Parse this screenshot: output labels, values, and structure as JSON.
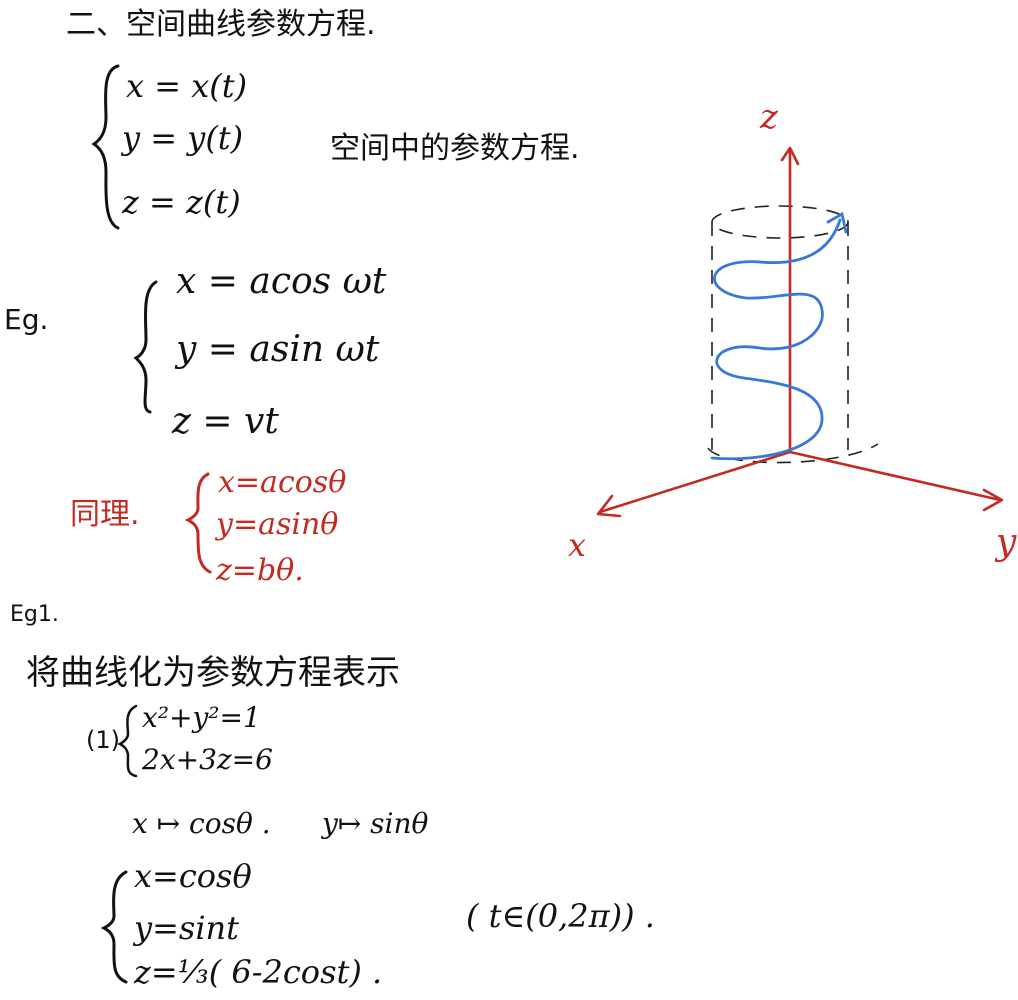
{
  "title": "二、空间曲线参数方程.",
  "system1": {
    "lines": [
      "x = x(t)",
      "y = y(t)",
      "z = z(t)"
    ],
    "note": "空间中的参数方程."
  },
  "eg_label": "Eg.",
  "system2": {
    "lines": [
      "x = acos ωt",
      "y = asin ωt",
      "z = vt"
    ]
  },
  "system3": {
    "label": "同理.",
    "lines": [
      "x=acosθ",
      "y=asinθ",
      "z=bθ."
    ]
  },
  "eg1_label": "Eg1.",
  "task": "将曲线化为参数方程表示",
  "part1": {
    "number": "(1)",
    "lines": [
      "x²+y²=1",
      "2x+3z=6"
    ]
  },
  "substitution": {
    "left": "x ↦ cosθ .",
    "right": "y↦ sinθ"
  },
  "system4": {
    "lines": [
      "x=cosθ",
      "y=sint",
      "z=⅓( 6-2cost) ."
    ],
    "range": "( t∈(0,2π)) ."
  },
  "figure": {
    "axis_labels": {
      "z": "z",
      "x": "x",
      "y": "y"
    },
    "colors": {
      "axes": "#c42a22",
      "helix": "#3a78d8",
      "ink": "#111111"
    }
  }
}
